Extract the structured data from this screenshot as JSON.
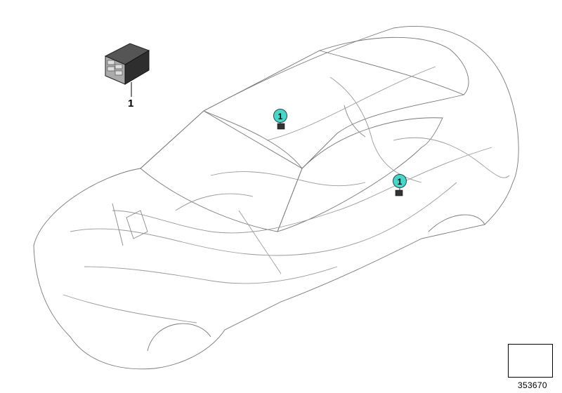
{
  "parts": {
    "main_label": "1",
    "callout_a": "1",
    "callout_b": "1"
  },
  "footer": {
    "diagram_number": "353670"
  },
  "colors": {
    "callout_fill": "#4dd4c8",
    "line": "#777777",
    "component": "#333333"
  },
  "icons": [
    "control-unit-icon",
    "car-wiring-harness-icon",
    "navigation-arrow-icon"
  ]
}
